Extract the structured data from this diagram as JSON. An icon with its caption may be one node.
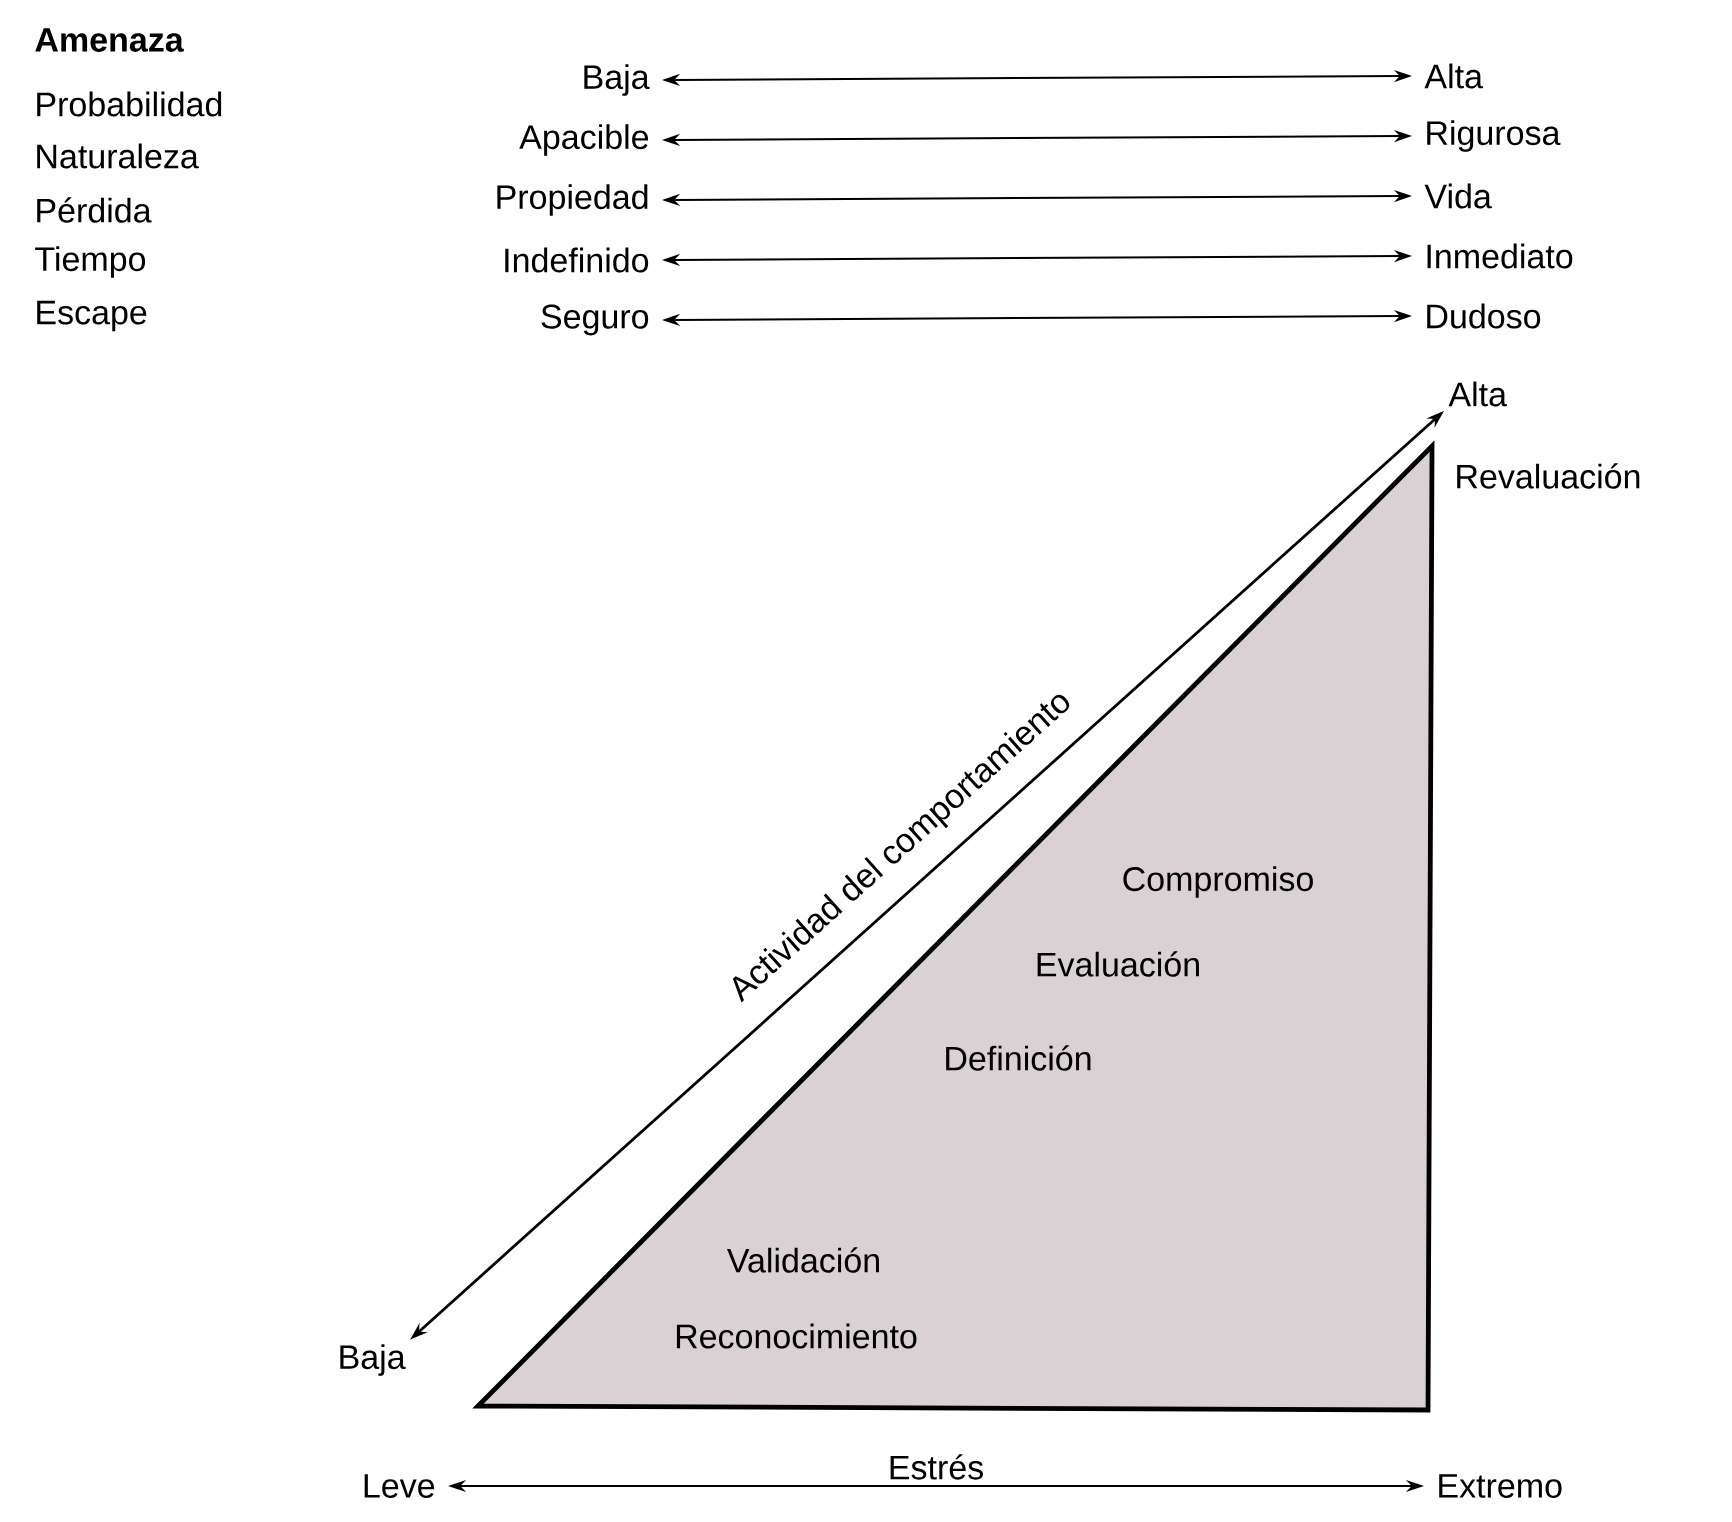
{
  "diagram": {
    "nodes": [
      {
        "text": [
          "Baja"
        ]
      },
      {
        "text": [
          "Alta"
        ]
      },
      {
        "text": [
          "Apacible"
        ]
      },
      {
        "text": [
          "Rigurosa"
        ]
      },
      {
        "text": [
          "Propiedad"
        ]
      },
      {
        "text": [
          "Vida"
        ]
      },
      {
        "text": [
          "Indefinido"
        ]
      },
      {
        "text": [
          "Inmediato"
        ]
      },
      {
        "text": [
          "Seguro"
        ]
      },
      {
        "text": [
          "Dudoso"
        ]
      },
      {
        "text": [
          "Alta"
        ]
      },
      {
        "text": [
          "Compromiso",
          "Evaluación",
          "Definición",
          "Validación",
          "Reconocimiento"
        ],
        "beside": [
          "Revaluación"
        ]
      },
      {
        "text": [
          "Baja"
        ]
      },
      {
        "text": [
          "Leve"
        ]
      },
      {
        "text": [
          "Extremo"
        ]
      }
    ],
    "edges": [
      {
        "from": 0,
        "to": 1,
        "arrow": "both"
      },
      {
        "from": 2,
        "to": 3,
        "arrow": "both"
      },
      {
        "from": 4,
        "to": 5,
        "arrow": "both"
      },
      {
        "from": 6,
        "to": 7,
        "arrow": "both"
      },
      {
        "from": 8,
        "to": 9,
        "arrow": "both"
      },
      {
        "from": 12,
        "to": 10,
        "arrow": "both",
        "label": "Actividad del comportamiento"
      },
      {
        "from": 13,
        "to": 14,
        "arrow": "both",
        "label": "Estrés"
      }
    ],
    "labels": [
      "Amenaza",
      "Probabilidad",
      "Naturaleza",
      "Pérdida",
      "Tiempo",
      "Escape"
    ]
  }
}
